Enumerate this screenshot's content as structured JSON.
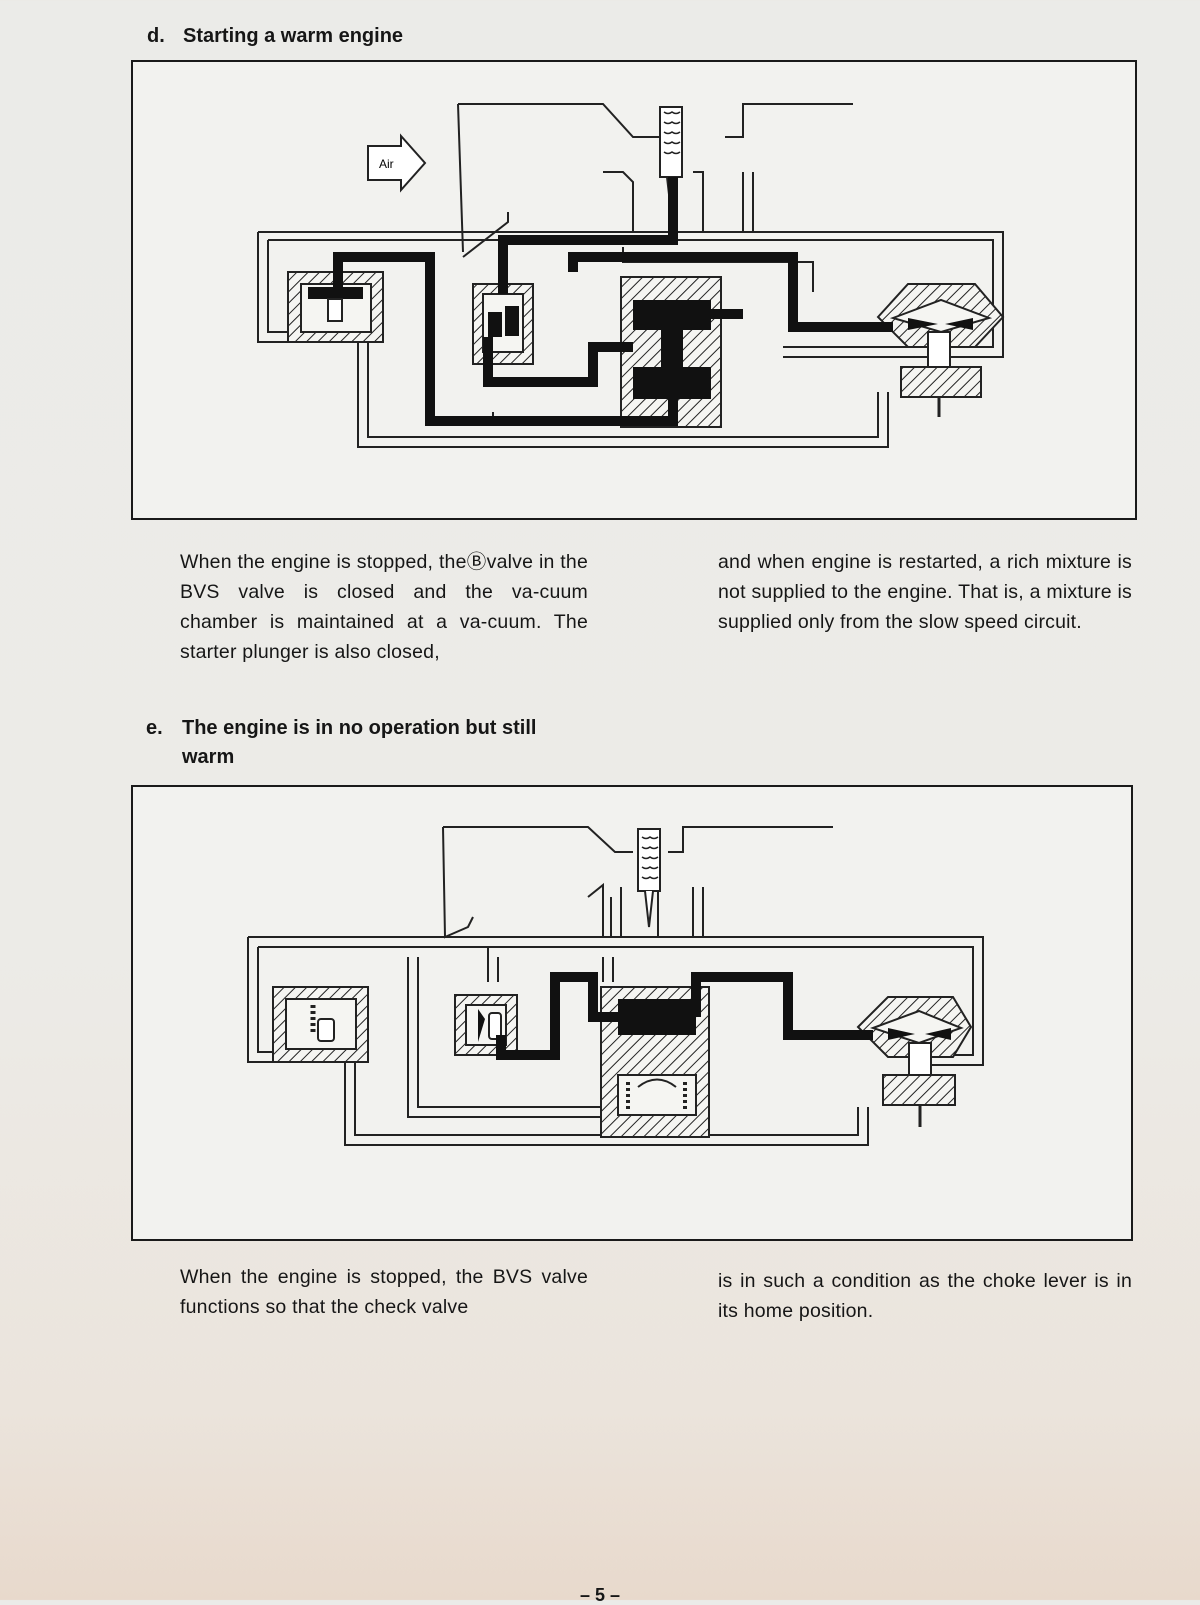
{
  "section_d": {
    "letter": "d.",
    "heading": "Starting a warm engine",
    "diagram": {
      "air_label": "Air"
    },
    "text_left": "When the engine is stopped, theⒷvalve in the BVS valve is closed and the va-cuum chamber is maintained at a va-cuum. The starter plunger is also closed,",
    "text_right": "and when engine is restarted, a rich mixture is not supplied to the engine. That is, a mixture is supplied only from the slow speed circuit."
  },
  "section_e": {
    "letter": "e.",
    "heading_line1": "The engine is in no operation but still",
    "heading_line2": "warm",
    "text_left": "When the engine is stopped, the BVS valve functions so that the check valve",
    "text_right": "is in such a condition as the choke lever is in its home position."
  },
  "page_number": "– 5 –"
}
